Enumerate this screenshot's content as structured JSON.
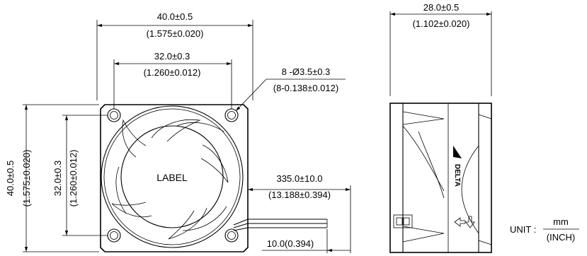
{
  "front_view": {
    "outer_width": {
      "value": "40.0±0.5",
      "inch": "(1.575±0.020)"
    },
    "hole_pitch_horizontal": {
      "value": "32.0±0.3",
      "inch": "(1.260±0.012)"
    },
    "holes": {
      "value": "8 -Ø3.5±0.3",
      "inch": "(8-0.138±0.012)"
    },
    "outer_height": {
      "value": "40.0±0.5",
      "inch": "(1.575±0.020)"
    },
    "hole_pitch_vertical": {
      "value": "32.0±0.3",
      "inch": "(1.260±0.012)"
    },
    "center_label": "LABEL",
    "lead_length": {
      "value": "335.0±10.0",
      "inch": "(13.188±0.394)"
    },
    "lead_strip": "10.0(0.394)"
  },
  "side_view": {
    "depth": {
      "value": "28.0±0.5",
      "inch": "(1.102±0.020)"
    },
    "brand_mark": "DELTA"
  },
  "unit": {
    "prefix": "UNIT :",
    "numerator": "mm",
    "denominator": "(INCH)"
  }
}
